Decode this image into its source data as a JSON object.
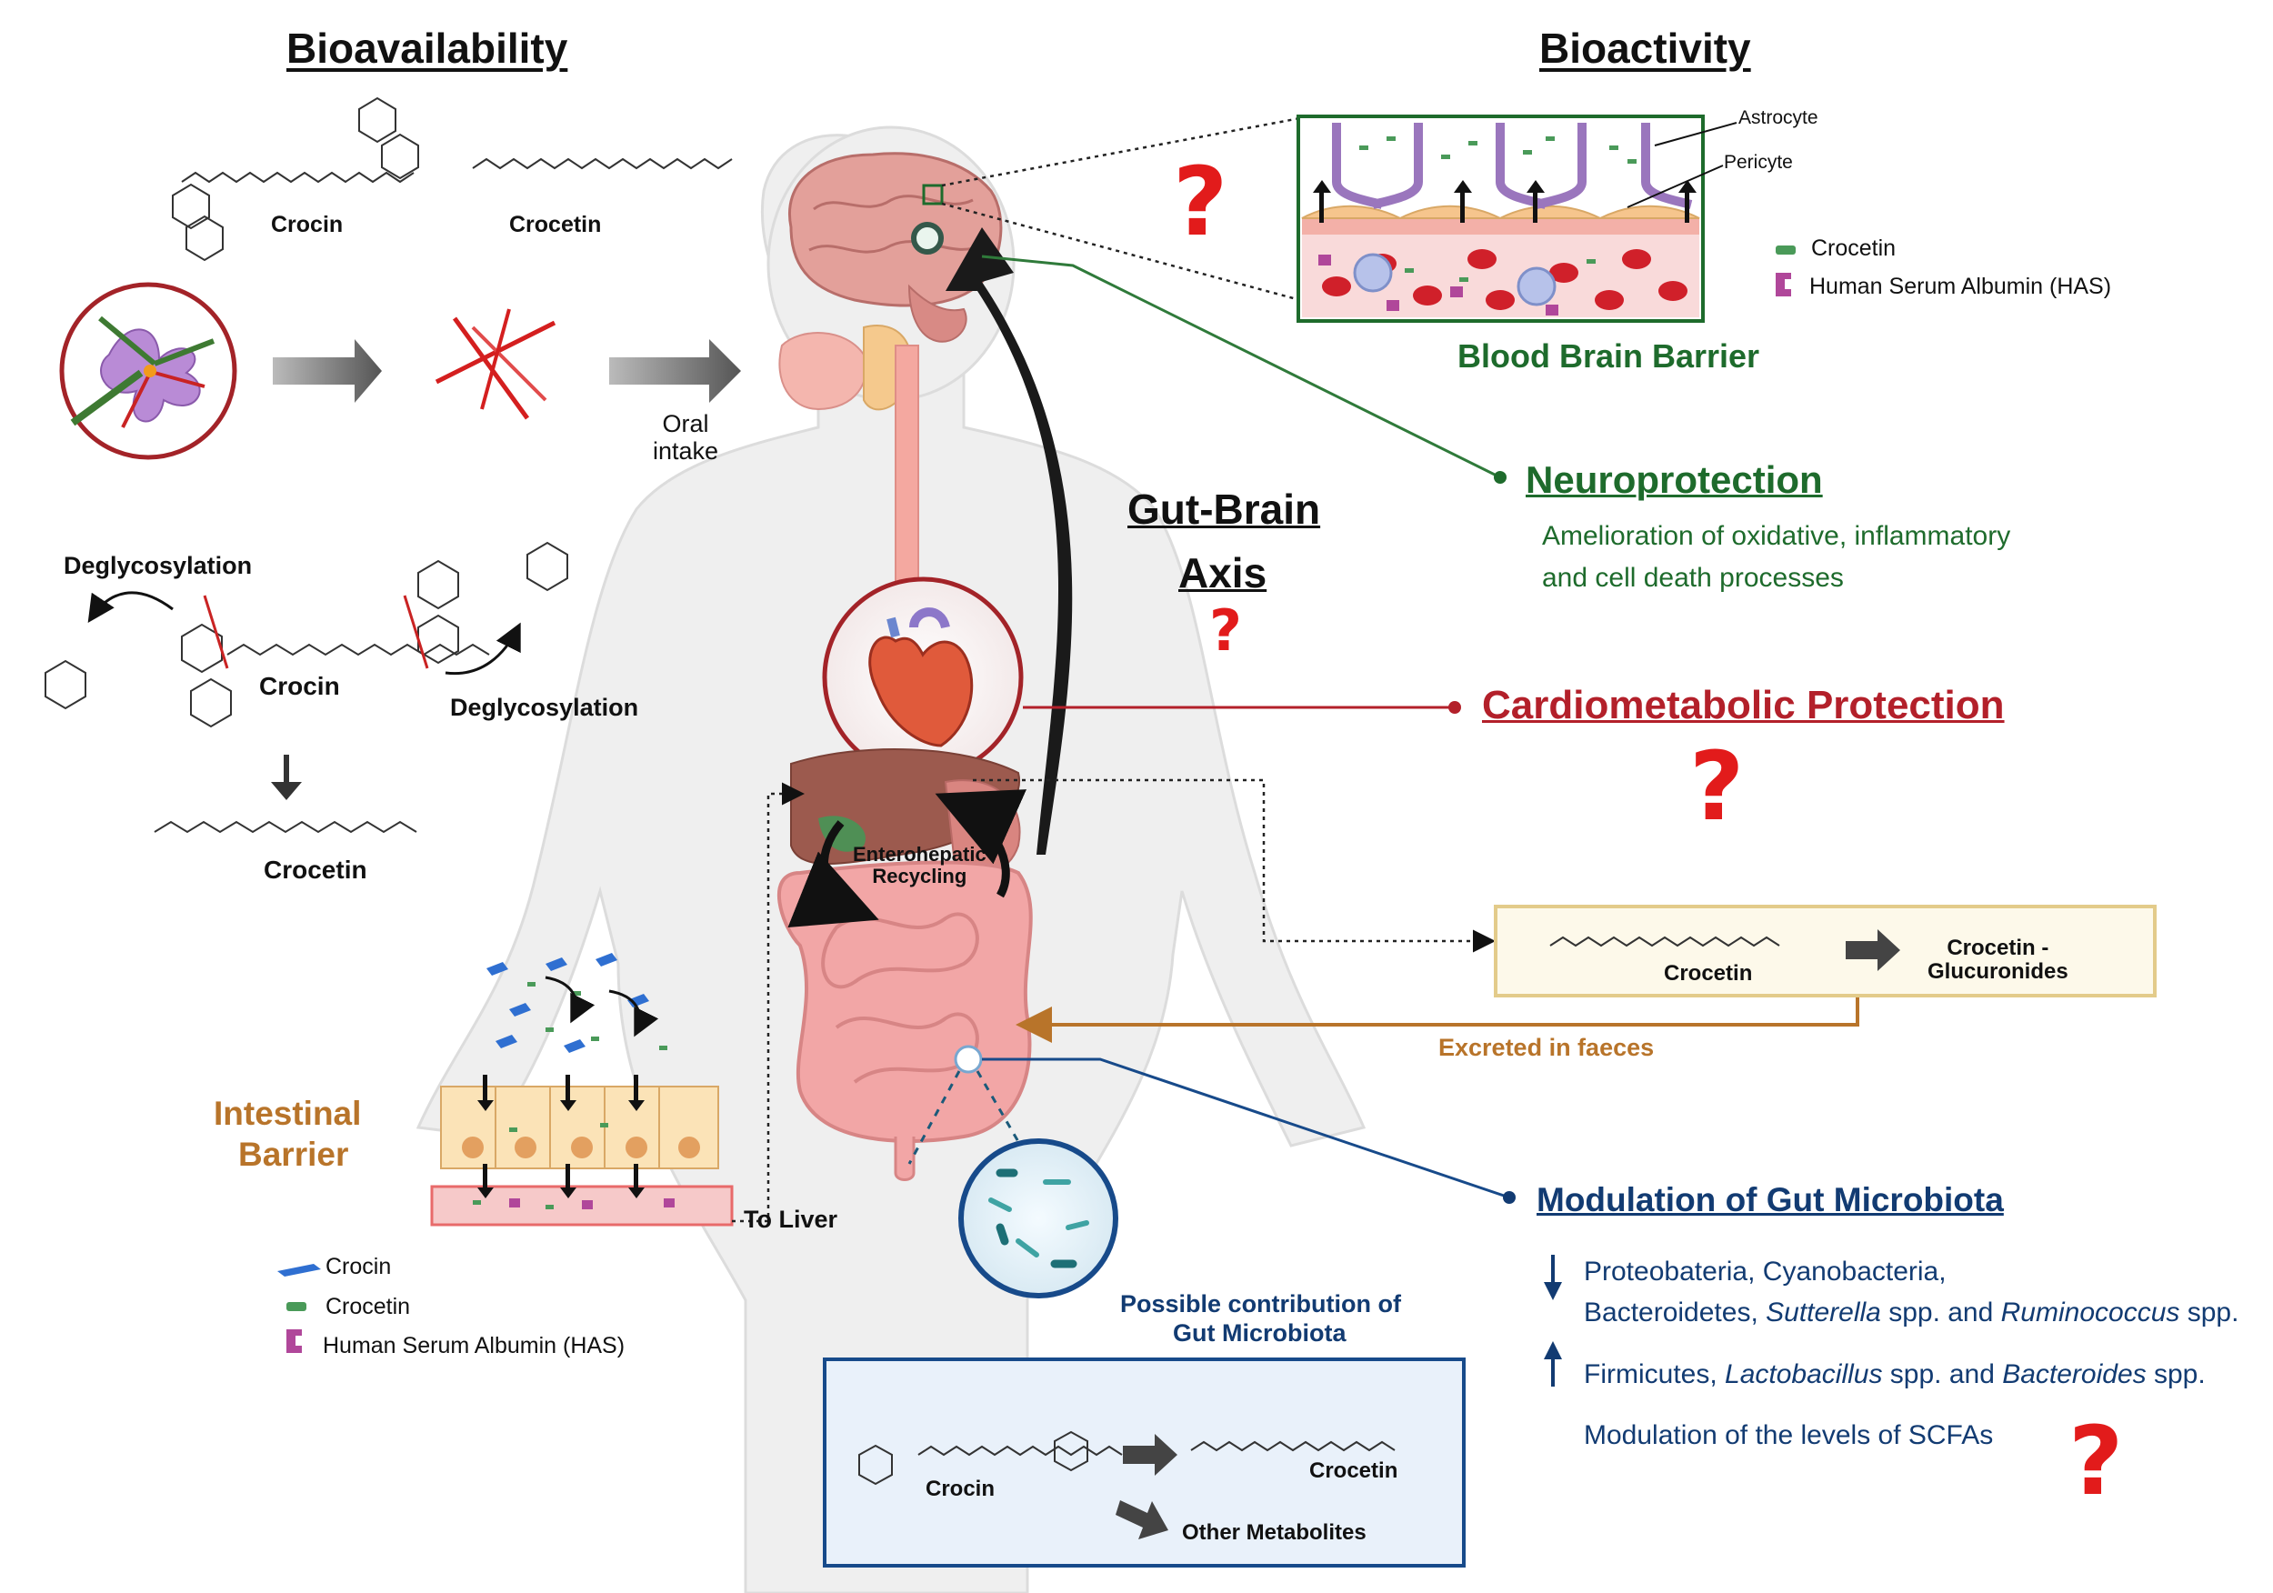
{
  "headers": {
    "bioavailability": "Bioavailability",
    "bioactivity": "Bioactivity"
  },
  "structures": {
    "crocin_top": "Crocin",
    "crocetin_top": "Crocetin",
    "deglycosylation_left": "Deglycosylation",
    "deglycosylation_right": "Deglycosylation",
    "crocin_mid": "Crocin",
    "crocetin_mid": "Crocetin"
  },
  "intake": {
    "oral_intake": "Oral\nintake"
  },
  "axis": {
    "gut_brain_line1": "Gut-Brain",
    "gut_brain_line2": "Axis",
    "enterohepatic": "Enterohepatic\nRecycling"
  },
  "bbb": {
    "astrocyte": "Astrocyte",
    "pericyte": "Pericyte",
    "title": "Blood Brain Barrier",
    "legend_crocetin": "Crocetin",
    "legend_has": "Human Serum Albumin (HAS)"
  },
  "effects": {
    "neuroprotection": "Neuroprotection",
    "neuro_desc1": "Amelioration of oxidative, inflammatory",
    "neuro_desc2": "and cell death processes",
    "cardiometabolic": "Cardiometabolic Protection",
    "microbiota": "Modulation of Gut Microbiota",
    "micro_down1": "Proteobateria, Cyanobacteria,",
    "micro_down2_a": "Bacteroidetes, ",
    "micro_down2_b": "Sutterella",
    "micro_down2_c": " spp. and ",
    "micro_down2_d": "Ruminococcus",
    "micro_down2_e": " spp.",
    "micro_up_a": "Firmicutes, ",
    "micro_up_b": "Lactobacillus",
    "micro_up_c": " spp. and ",
    "micro_up_d": "Bacteroides",
    "micro_up_e": " spp.",
    "scfa": "Modulation of the levels of SCFAs"
  },
  "metabolism": {
    "crocetin": "Crocetin",
    "crocetin_glucuronides": "Crocetin -\nGlucuronides",
    "excreted": "Excreted in faeces"
  },
  "intestinal": {
    "title_line1": "Intestinal",
    "title_line2": "Barrier",
    "to_liver": "To Liver",
    "legend_crocin": "Crocin",
    "legend_crocetin": "Crocetin",
    "legend_has": "Human Serum Albumin (HAS)"
  },
  "gut_box": {
    "title_line1": "Possible contribution of",
    "title_line2": "Gut Microbiota",
    "crocin": "Crocin",
    "crocetin": "Crocetin",
    "other": "Other Metabolites"
  },
  "question_mark": "?",
  "colors": {
    "green": "#1e6b2c",
    "red": "#b3202a",
    "navy": "#123b72",
    "brown": "#b8742a",
    "question": "#e21b1b"
  }
}
